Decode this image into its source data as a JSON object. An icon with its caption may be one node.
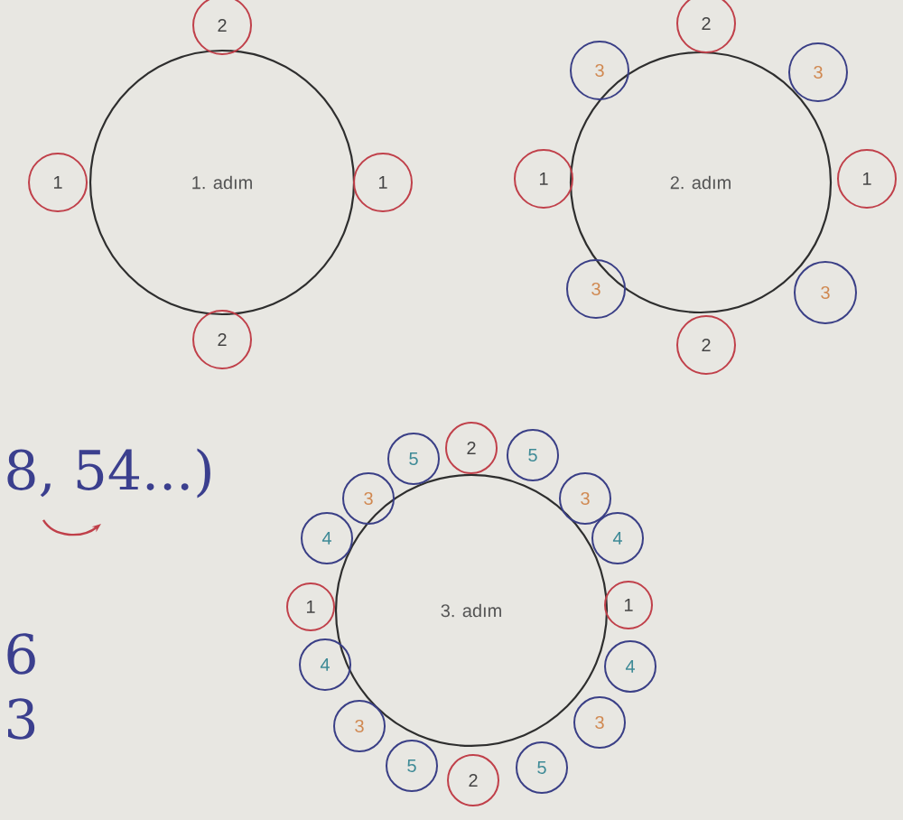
{
  "diagram": {
    "nodes": [
      {
        "text": [
          "1. adım"
        ]
      },
      {
        "text": [
          "2"
        ]
      },
      {
        "text": [
          "1"
        ]
      },
      {
        "text": [
          "1"
        ]
      },
      {
        "text": [
          "2"
        ]
      },
      {
        "text": [
          "2. adım"
        ]
      },
      {
        "text": [
          "2"
        ]
      },
      {
        "text": [
          "3"
        ]
      },
      {
        "text": [
          "3"
        ]
      },
      {
        "text": [
          "1"
        ]
      },
      {
        "text": [
          "1"
        ]
      },
      {
        "text": [
          "3"
        ]
      },
      {
        "text": [
          "3"
        ]
      },
      {
        "text": [
          "2"
        ]
      },
      {
        "text": [
          "3. adım"
        ]
      },
      {
        "text": [
          "5"
        ]
      },
      {
        "text": [
          "2"
        ]
      },
      {
        "text": [
          "5"
        ]
      },
      {
        "text": [
          "3"
        ]
      },
      {
        "text": [
          "3"
        ]
      },
      {
        "text": [
          "4"
        ]
      },
      {
        "text": [
          "4"
        ]
      },
      {
        "text": [
          "1"
        ]
      },
      {
        "text": [
          "1"
        ]
      },
      {
        "text": [
          "4"
        ]
      },
      {
        "text": [
          "4"
        ]
      },
      {
        "text": [
          "3"
        ]
      },
      {
        "text": [
          "3"
        ]
      },
      {
        "text": [
          "5"
        ]
      },
      {
        "text": [
          "2"
        ]
      },
      {
        "text": [
          "5"
        ]
      }
    ],
    "labels": [
      "8, 54...)",
      "6",
      "3"
    ]
  }
}
